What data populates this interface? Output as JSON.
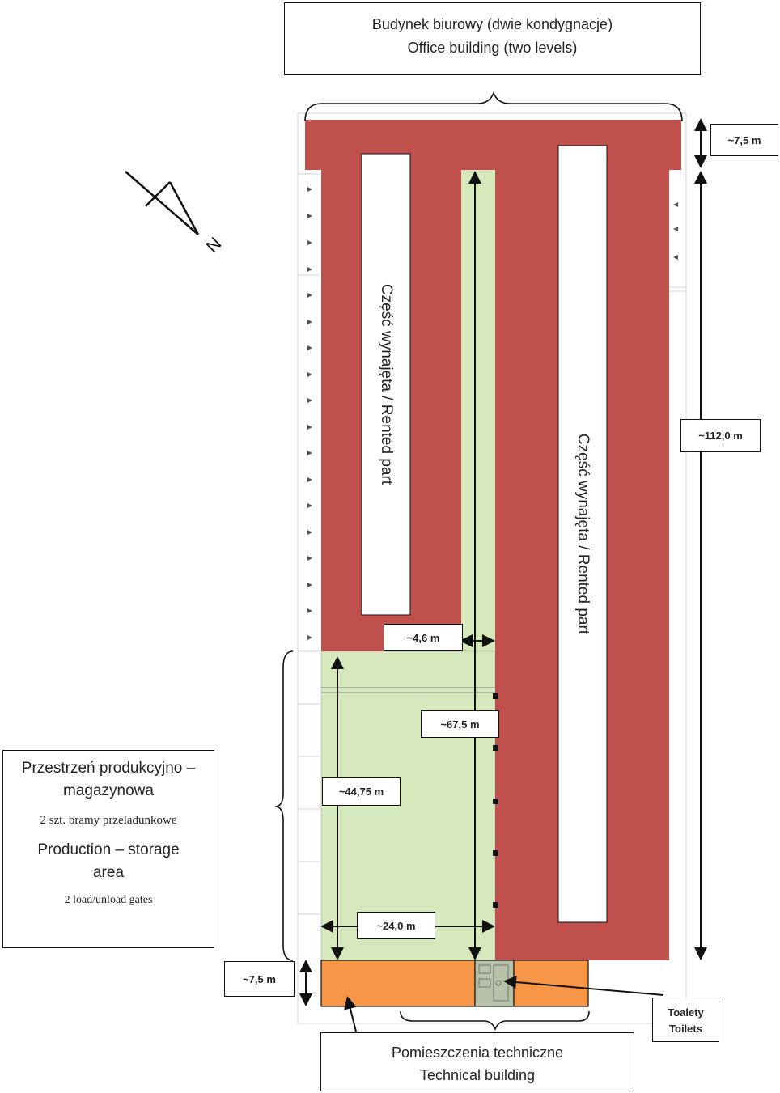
{
  "office_box": {
    "line1": "Budynek biurowy (dwie kondygnacje)",
    "line2": "Office building (two levels)"
  },
  "production_box": {
    "pl_title": "Przestrzeń produkcyjno – magazynowa",
    "pl_gates": "2 szt. bramy przeladunkowe",
    "en_title": "Production – storage area",
    "en_gates": "2  load/unload gates"
  },
  "technical_box": {
    "line1": "Pomieszczenia techniczne",
    "line2": "Technical building"
  },
  "toilets_box": {
    "line1": "Toalety",
    "line2": "Toilets"
  },
  "rented_left": "Część wynajęta / Rented part",
  "rented_right": "Część wynajęta / Rented part",
  "north_label": "N",
  "dimensions": {
    "office_depth": "~7,5 m",
    "total_length": "~112,0 m",
    "corridor_width": "~4,6 m",
    "corridor_length": "~67,5 m",
    "production_length": "~44,75 m",
    "production_width": "~24,0 m",
    "technical_depth": "~7,5 m"
  },
  "colors": {
    "rented_red": "#c0504d",
    "green_area": "#d6e9bc",
    "technical_orange": "#f79646",
    "toilet_grey": "#b7c2a8"
  }
}
